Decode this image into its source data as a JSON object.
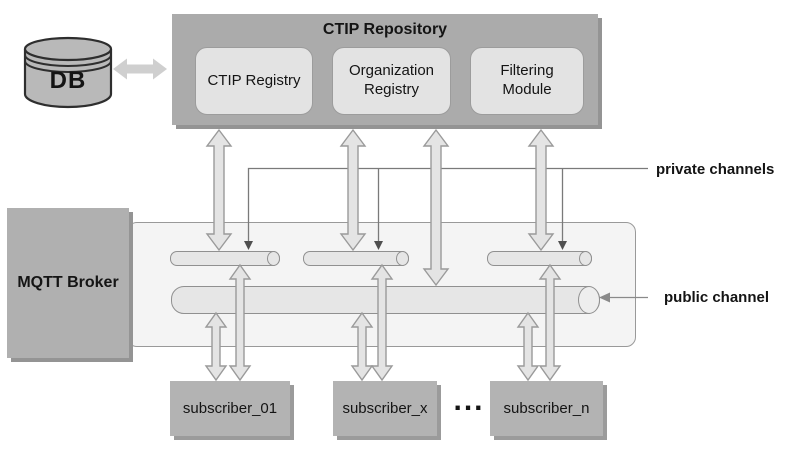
{
  "db": {
    "label": "DB"
  },
  "repository": {
    "title": "CTIP Repository",
    "modules": [
      {
        "label": "CTIP Registry"
      },
      {
        "label": "Organization Registry"
      },
      {
        "label": "Filtering Module"
      }
    ]
  },
  "broker": {
    "label": "MQTT Broker"
  },
  "channels": {
    "private_label": "private channels",
    "public_label": "public channel"
  },
  "subscribers": {
    "items": [
      {
        "label": "subscriber_01"
      },
      {
        "label": "subscriber_x"
      },
      {
        "label": "subscriber_n"
      }
    ],
    "ellipsis": "..."
  },
  "colors": {
    "background": "#ffffff",
    "box_gray": "#aeaeae",
    "box_shadow": "#949494",
    "module_fill": "#e3e3e3",
    "area_fill": "#f4f4f4",
    "cylinder_fill": "#e6e6e6",
    "arrow_fill": "#e4e4e4",
    "arrow_stroke": "#9a9a9a",
    "thin_line": "#7a7a7a",
    "text": "#141414"
  }
}
